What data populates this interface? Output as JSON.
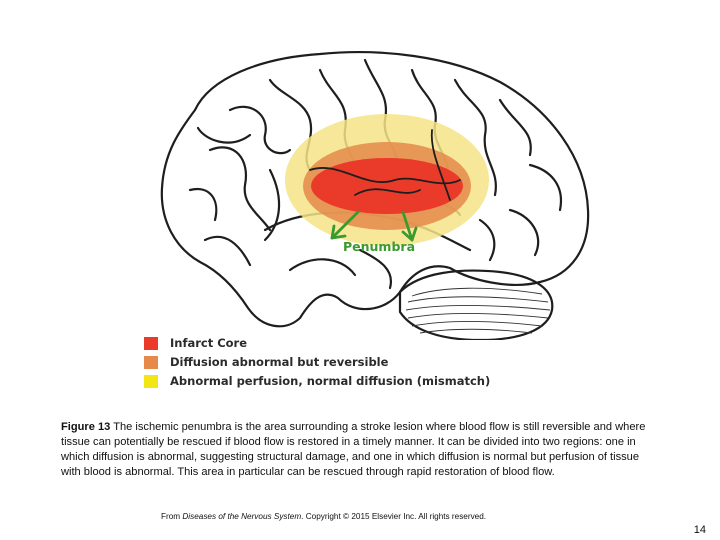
{
  "figure": {
    "penumbra_label": "Penumbra",
    "colors": {
      "infarct_core": "#ea3b2a",
      "diffusion_abnormal": "#e58a4a",
      "abnormal_perfusion": "#f4e486",
      "arrow": "#3a9a2e",
      "outline": "#1e1e1e"
    }
  },
  "legend": {
    "items": [
      {
        "label": "Infarct Core",
        "color": "#ea3b2a"
      },
      {
        "label": "Diffusion abnormal but reversible",
        "color": "#e58a4a"
      },
      {
        "label": "Abnormal perfusion, normal diffusion (mismatch)",
        "color": "#f4e614"
      }
    ]
  },
  "caption": {
    "figure_number": "Figure 13",
    "text": " The ischemic penumbra is the area surrounding a stroke lesion where blood flow is still reversible and where tissue can potentially be rescued if blood flow is restored in a timely manner. It can be divided into two regions: one in which diffusion is abnormal, suggesting structural damage, and one in which diffusion is normal but perfusion of tissue with blood is abnormal. This area in particular can be rescued through rapid restoration of blood flow."
  },
  "credit": {
    "prefix": "From ",
    "book": "Diseases of the Nervous System",
    "suffix": ". Copyright © 2015 Elsevier Inc. All rights reserved."
  },
  "page_number": "14"
}
